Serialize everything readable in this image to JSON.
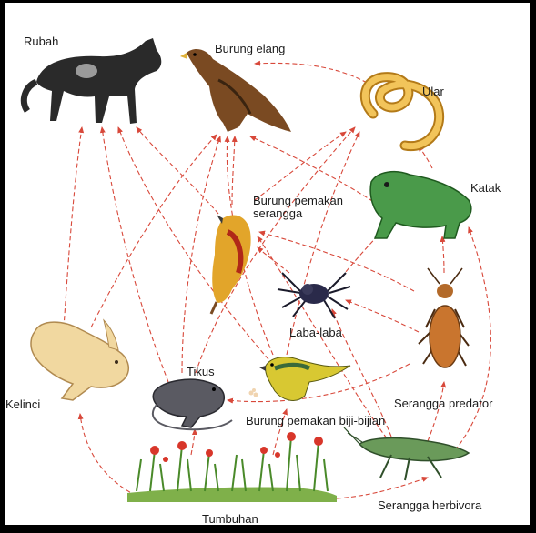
{
  "diagram": {
    "organisms": {
      "rubah": "Rubah",
      "burung_elang": "Burung elang",
      "ular": "Ular",
      "katak": "Katak",
      "burung_pemakan_serangga": "Burung pemakan serangga",
      "laba_laba": "Laba-laba",
      "kelinci": "Kelinci",
      "tikus": "Tikus",
      "burung_pemakan_biji": "Burung pemakan biji-bijian",
      "serangga_predator": "Serangga predator",
      "serangga_herbivora": "Serangga herbivora",
      "tumbuhan": "Tumbuhan"
    },
    "label_lines": {
      "burung_pemakan_serangga_1": "Burung pemakan",
      "burung_pemakan_serangga_2": "serangga"
    },
    "colors": {
      "arrow": "#d8483a",
      "frame": "#000000"
    }
  }
}
